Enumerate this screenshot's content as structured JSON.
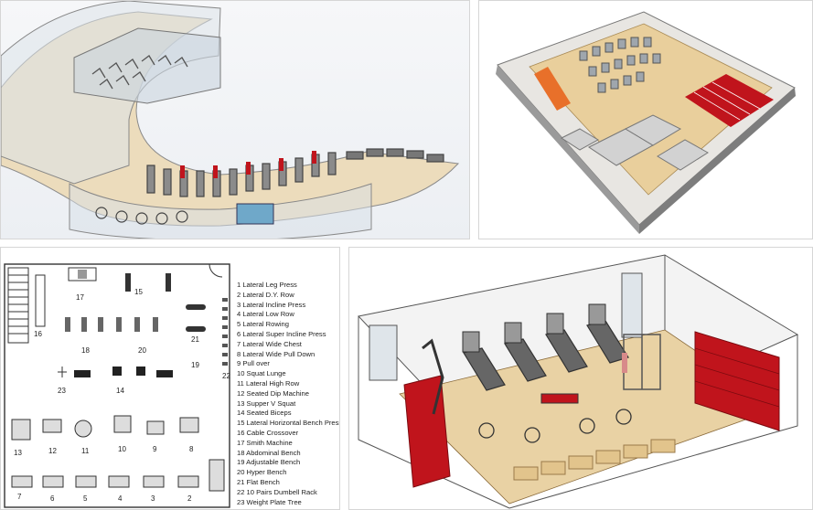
{
  "legend": {
    "items": [
      "1 Lateral Leg Press",
      "2 Lateral D.Y. Row",
      "3 Lateral Incline Press",
      "4 Lateral Low Row",
      "5 Lateral Rowing",
      "6 Lateral Super Incline Press",
      "7 Lateral Wide Chest",
      "8 Lateral Wide Pull Down",
      "9 Pull over",
      "10 Squat Lunge",
      "11 Lateral High Row",
      "12 Seated Dip Machine",
      "13 Supper V Squat",
      "14 Seated Biceps",
      "15 Lateral Horizontal Bench Press",
      "16 Cable Crossover",
      "17 Smith Machine",
      "18 Abdominal Bench",
      "19 Adjustable Bench",
      "20 Hyper Bench",
      "21 Flat Bench",
      "22 10 Pairs Dumbell Rack",
      "23 Weight Plate Tree"
    ]
  },
  "floorplan": {
    "labels": [
      "17",
      "15",
      "16",
      "18",
      "20",
      "21",
      "19",
      "22",
      "23",
      "14",
      "13",
      "12",
      "11",
      "10",
      "9",
      "8",
      "7",
      "6",
      "5",
      "4",
      "3",
      "2"
    ]
  },
  "colors": {
    "equipment_red": "#c0141c",
    "floor_wood": "#e9cf9c",
    "wall_gray": "#9a9a9a",
    "panel_border": "#d6d6d6"
  }
}
